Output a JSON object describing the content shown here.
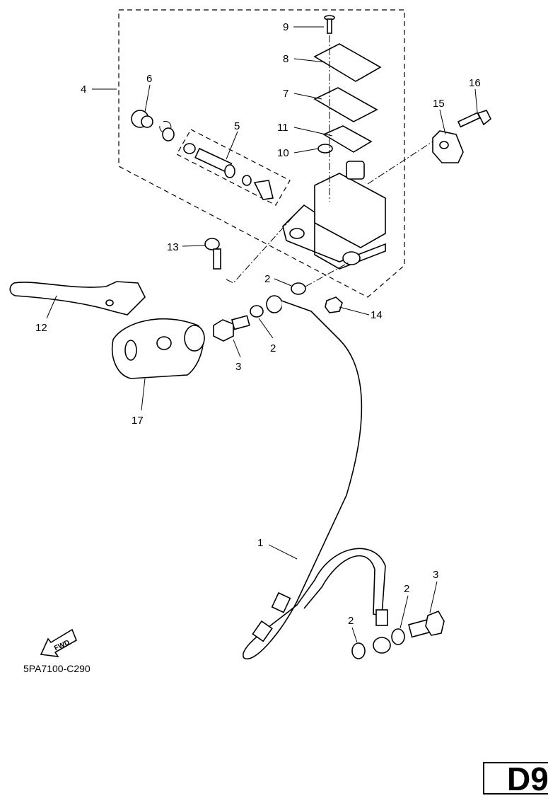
{
  "diagram_code": "5PA7100-C290",
  "page_badge": "D9",
  "fwd_label": "FWD",
  "callouts": [
    "9",
    "8",
    "7",
    "11",
    "10",
    "4",
    "6",
    "5",
    "16",
    "15",
    "13",
    "2",
    "14",
    "12",
    "3",
    "2",
    "17",
    "1",
    "3",
    "2",
    "2"
  ]
}
